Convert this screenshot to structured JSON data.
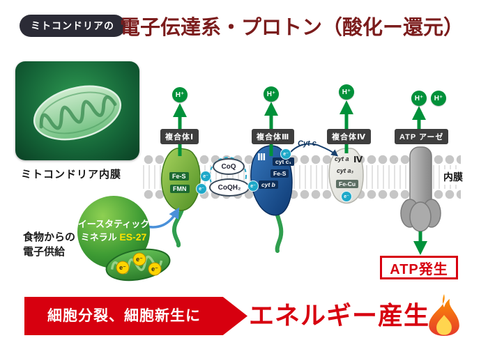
{
  "header": {
    "badge": "ミトコンドリアの",
    "title": "電子伝達系・プロトン（酸化ー還元）"
  },
  "mito": {
    "caption": "ミトコンドリア内膜"
  },
  "membrane": {
    "label": "内膜"
  },
  "complex1": {
    "badge": "複合体Ⅰ",
    "fes": "Fe-S",
    "fmn": "FMN"
  },
  "complex3": {
    "badge": "複合体Ⅲ",
    "numeral": "Ⅲ",
    "cytc1": "cyt c₁",
    "fes": "Fe-S",
    "cytb": "cyt b"
  },
  "complex4": {
    "badge": "複合体Ⅳ",
    "numeral": "Ⅳ",
    "cyta": "cyt a",
    "cyta3": "cyt a₃",
    "fecu": "Fe-Cu"
  },
  "atpase": {
    "badge": "ATP アーゼ"
  },
  "carriers": {
    "coq": "CoQ",
    "coqh2": "CoQH₂",
    "cytc": "Cyt c"
  },
  "ions": {
    "h_plus": "H⁺",
    "electron": "e⁻"
  },
  "supply": {
    "line1": "食物からの",
    "line2": "電子供給",
    "es_line1": "イースタティック",
    "es_line2": "ミネラル",
    "es_code": "ES-27"
  },
  "atp": {
    "result": "ATP発生"
  },
  "banner": {
    "left": "細胞分裂、細胞新生に",
    "right": "エネルギー産生"
  },
  "colors": {
    "green": "#00913a",
    "red": "#d7000f",
    "blue_arrow": "#4a90d9",
    "title": "#7b1c1c"
  }
}
